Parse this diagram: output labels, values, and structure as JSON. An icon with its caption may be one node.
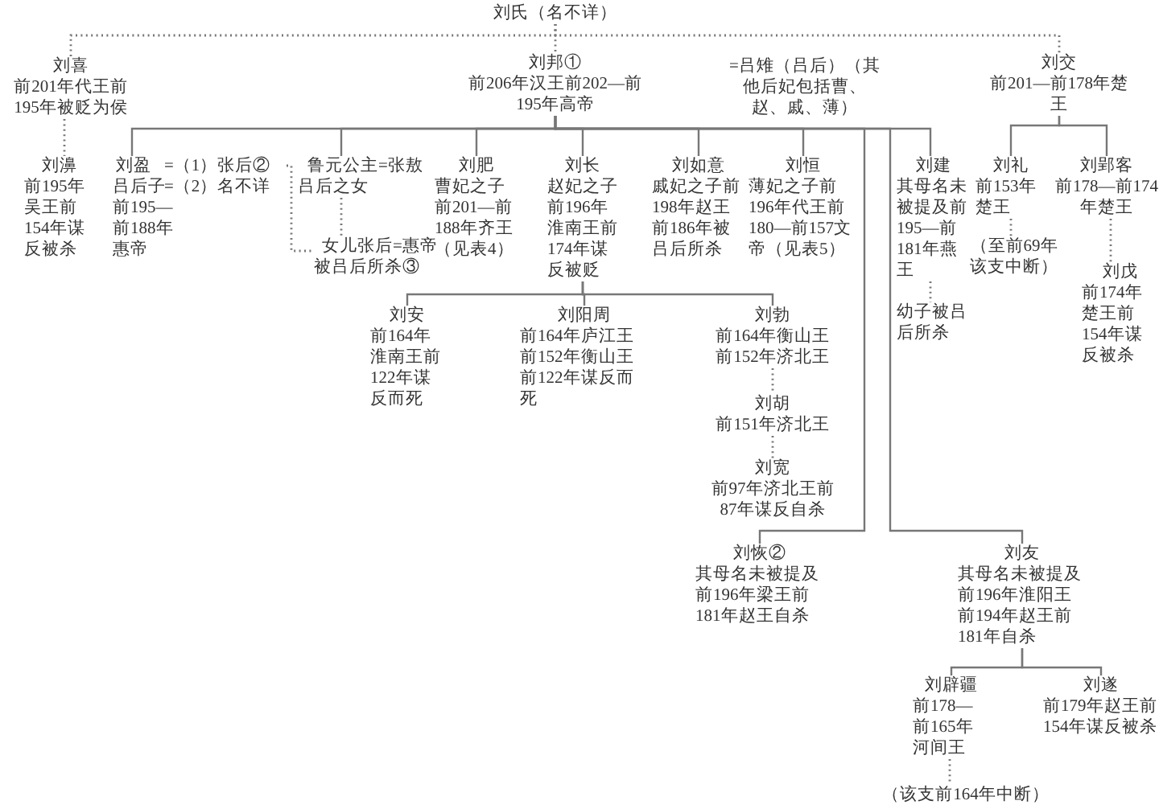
{
  "diagram": {
    "nodes": [
      {
        "text": [
          "刘氏（名不详）"
        ]
      },
      {
        "text": [
          "刘喜",
          "前201年代王前195年被贬为侯"
        ]
      },
      {
        "text": [
          "刘邦①",
          "前206年汉王前202—前195年高帝"
        ]
      },
      {
        "text": [
          "刘交",
          "前201—前178年楚王"
        ]
      },
      {
        "text": [
          "刘濞",
          "前195年吴王前154年谋反被杀"
        ]
      },
      {
        "text": [
          "刘盈",
          "吕后子前195—前188年惠帝"
        ],
        "beside": [
          "=（1）张后②",
          "=（2）名不详"
        ]
      },
      {
        "text": [
          "鲁元公主=张敖",
          "吕后之女"
        ]
      },
      {
        "text": [
          "女儿张后=惠帝",
          "被吕后所杀③"
        ]
      },
      {
        "text": [
          "刘肥",
          "曹妃之子前201—前188年齐王（见表4）"
        ]
      },
      {
        "text": [
          "刘长",
          "赵妃之子前196年淮南王前174年谋反被贬"
        ]
      },
      {
        "text": [
          "刘如意",
          "戚妃之子前198年赵王前186年被吕后所杀"
        ]
      },
      {
        "text": [
          "刘恒",
          "薄妃之子前196年代王前180—前157文帝（见表5）"
        ]
      },
      {
        "text": [
          "刘建",
          "其母名未被提及前195—前181年燕王"
        ]
      },
      {
        "text": [
          "幼子被吕后所杀"
        ]
      },
      {
        "text": [
          "刘礼",
          "前153年楚王"
        ]
      },
      {
        "text": [
          "（至前69年该支中断）"
        ]
      },
      {
        "text": [
          "刘郢客",
          "前178—前174年楚王"
        ]
      },
      {
        "text": [
          "刘戊",
          "前174年楚王前154年谋反被杀"
        ]
      },
      {
        "text": [
          "刘安",
          "前164年淮南王前122年谋反而死"
        ]
      },
      {
        "text": [
          "刘阳周",
          "前164年庐江王前152年衡山王前122年谋反而死"
        ]
      },
      {
        "text": [
          "刘勃",
          "前164年衡山王前152年济北王"
        ]
      },
      {
        "text": [
          "刘胡",
          "前151年济北王"
        ]
      },
      {
        "text": [
          "刘宽",
          "前97年济北王前87年谋反自杀"
        ]
      },
      {
        "text": [
          "刘恢②",
          "其母名未被提及前196年梁王前181年赵王自杀"
        ]
      },
      {
        "text": [
          "刘友",
          "其母名未被提及前196年淮阳王前194年赵王前181年自杀"
        ]
      },
      {
        "text": [
          "刘辟疆",
          "前178—前165年河间王"
        ]
      },
      {
        "text": [
          "刘遂",
          "前179年赵王前154年谋反被杀"
        ]
      },
      {
        "text": [
          "（该支前164年中断）"
        ]
      }
    ],
    "edges": [
      {
        "from": 0,
        "to": 1,
        "arrow": "none",
        "style": "dashed"
      },
      {
        "from": 0,
        "to": 2,
        "arrow": "none",
        "style": "dashed"
      },
      {
        "from": 0,
        "to": 3,
        "arrow": "none",
        "style": "dashed"
      },
      {
        "from": 1,
        "to": 4,
        "arrow": "none",
        "style": "dashed"
      },
      {
        "from": 2,
        "to": 5,
        "arrow": "none"
      },
      {
        "from": 2,
        "to": 6,
        "arrow": "none"
      },
      {
        "from": 2,
        "to": 8,
        "arrow": "none"
      },
      {
        "from": 2,
        "to": 9,
        "arrow": "none"
      },
      {
        "from": 2,
        "to": 10,
        "arrow": "none"
      },
      {
        "from": 2,
        "to": 11,
        "arrow": "none"
      },
      {
        "from": 2,
        "to": 12,
        "arrow": "none"
      },
      {
        "from": 2,
        "to": 23,
        "arrow": "none"
      },
      {
        "from": 2,
        "to": 24,
        "arrow": "none"
      },
      {
        "from": 6,
        "to": 7,
        "arrow": "none",
        "style": "dashed"
      },
      {
        "from": 5,
        "to": 7,
        "arrow": "none",
        "style": "dashed"
      },
      {
        "from": 3,
        "to": 14,
        "arrow": "none"
      },
      {
        "from": 3,
        "to": 16,
        "arrow": "none"
      },
      {
        "from": 9,
        "to": 18,
        "arrow": "none"
      },
      {
        "from": 9,
        "to": 19,
        "arrow": "none"
      },
      {
        "from": 9,
        "to": 20,
        "arrow": "none"
      },
      {
        "from": 20,
        "to": 21,
        "arrow": "none",
        "style": "dashed"
      },
      {
        "from": 21,
        "to": 22,
        "arrow": "none",
        "style": "dashed"
      },
      {
        "from": 12,
        "to": 13,
        "arrow": "none",
        "style": "dashed"
      },
      {
        "from": 14,
        "to": 15,
        "arrow": "none",
        "style": "dashed"
      },
      {
        "from": 16,
        "to": 17,
        "arrow": "none",
        "style": "dashed"
      },
      {
        "from": 24,
        "to": 25,
        "arrow": "none"
      },
      {
        "from": 24,
        "to": 26,
        "arrow": "none"
      },
      {
        "from": 25,
        "to": 27,
        "arrow": "none",
        "style": "dashed"
      }
    ],
    "labels": [
      "=吕雉（吕后）（其他后妃包括曹、赵、戚、薄）"
    ]
  }
}
